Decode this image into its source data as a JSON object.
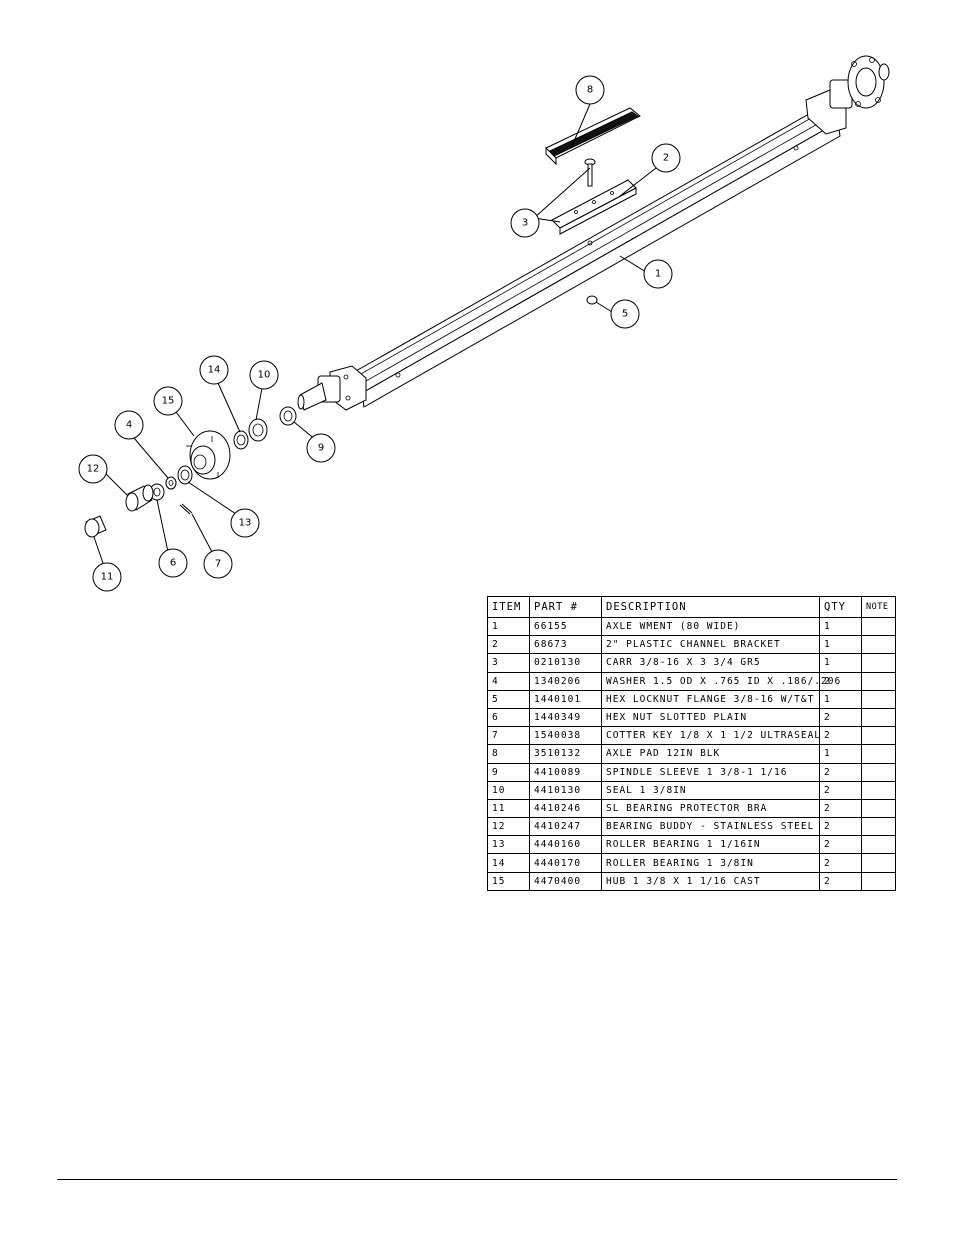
{
  "balloons": [
    {
      "id": "8",
      "label": "8"
    },
    {
      "id": "2",
      "label": "2"
    },
    {
      "id": "3",
      "label": "3"
    },
    {
      "id": "1",
      "label": "1"
    },
    {
      "id": "5",
      "label": "5"
    },
    {
      "id": "14",
      "label": "14"
    },
    {
      "id": "10",
      "label": "10"
    },
    {
      "id": "15",
      "label": "15"
    },
    {
      "id": "4",
      "label": "4"
    },
    {
      "id": "9",
      "label": "9"
    },
    {
      "id": "12",
      "label": "12"
    },
    {
      "id": "13",
      "label": "13"
    },
    {
      "id": "6",
      "label": "6"
    },
    {
      "id": "7",
      "label": "7"
    },
    {
      "id": "11",
      "label": "11"
    }
  ],
  "parts_table": {
    "headers": {
      "item": "ITEM",
      "part": "PART #",
      "description": "DESCRIPTION",
      "qty": "QTY",
      "note": "NOTE"
    },
    "rows": [
      {
        "item": "1",
        "part": "66155",
        "description": "AXLE WMENT (80 WIDE)",
        "qty": "1",
        "note": ""
      },
      {
        "item": "2",
        "part": "68673",
        "description": "2\" PLASTIC CHANNEL BRACKET",
        "qty": "1",
        "note": ""
      },
      {
        "item": "3",
        "part": "0210130",
        "description": "CARR 3/8-16 X 3 3/4 GR5",
        "qty": "1",
        "note": ""
      },
      {
        "item": "4",
        "part": "1340206",
        "description": "WASHER 1.5 OD X .765 ID X .186/.206",
        "qty": "2",
        "note": ""
      },
      {
        "item": "5",
        "part": "1440101",
        "description": "HEX LOCKNUT FLANGE 3/8-16 W/T&T",
        "qty": "1",
        "note": ""
      },
      {
        "item": "6",
        "part": "1440349",
        "description": "HEX NUT SLOTTED PLAIN",
        "qty": "2",
        "note": ""
      },
      {
        "item": "7",
        "part": "1540038",
        "description": "COTTER KEY 1/8 X 1 1/2 ULTRASEAL",
        "qty": "2",
        "note": ""
      },
      {
        "item": "8",
        "part": "3510132",
        "description": "AXLE PAD 12IN  BLK",
        "qty": "1",
        "note": ""
      },
      {
        "item": "9",
        "part": "4410089",
        "description": "SPINDLE SLEEVE  1 3/8-1 1/16",
        "qty": "2",
        "note": ""
      },
      {
        "item": "10",
        "part": "4410130",
        "description": "SEAL  1 3/8IN",
        "qty": "2",
        "note": ""
      },
      {
        "item": "11",
        "part": "4410246",
        "description": "SL BEARING PROTECTOR BRA",
        "qty": "2",
        "note": ""
      },
      {
        "item": "12",
        "part": "4410247",
        "description": "BEARING BUDDY - STAINLESS STEEL",
        "qty": "2",
        "note": ""
      },
      {
        "item": "13",
        "part": "4440160",
        "description": "ROLLER BEARING   1 1/16IN",
        "qty": "2",
        "note": ""
      },
      {
        "item": "14",
        "part": "4440170",
        "description": "ROLLER BEARING   1 3/8IN",
        "qty": "2",
        "note": ""
      },
      {
        "item": "15",
        "part": "4470400",
        "description": "HUB  1 3/8 X 1 1/16 CAST",
        "qty": "2",
        "note": ""
      }
    ]
  }
}
